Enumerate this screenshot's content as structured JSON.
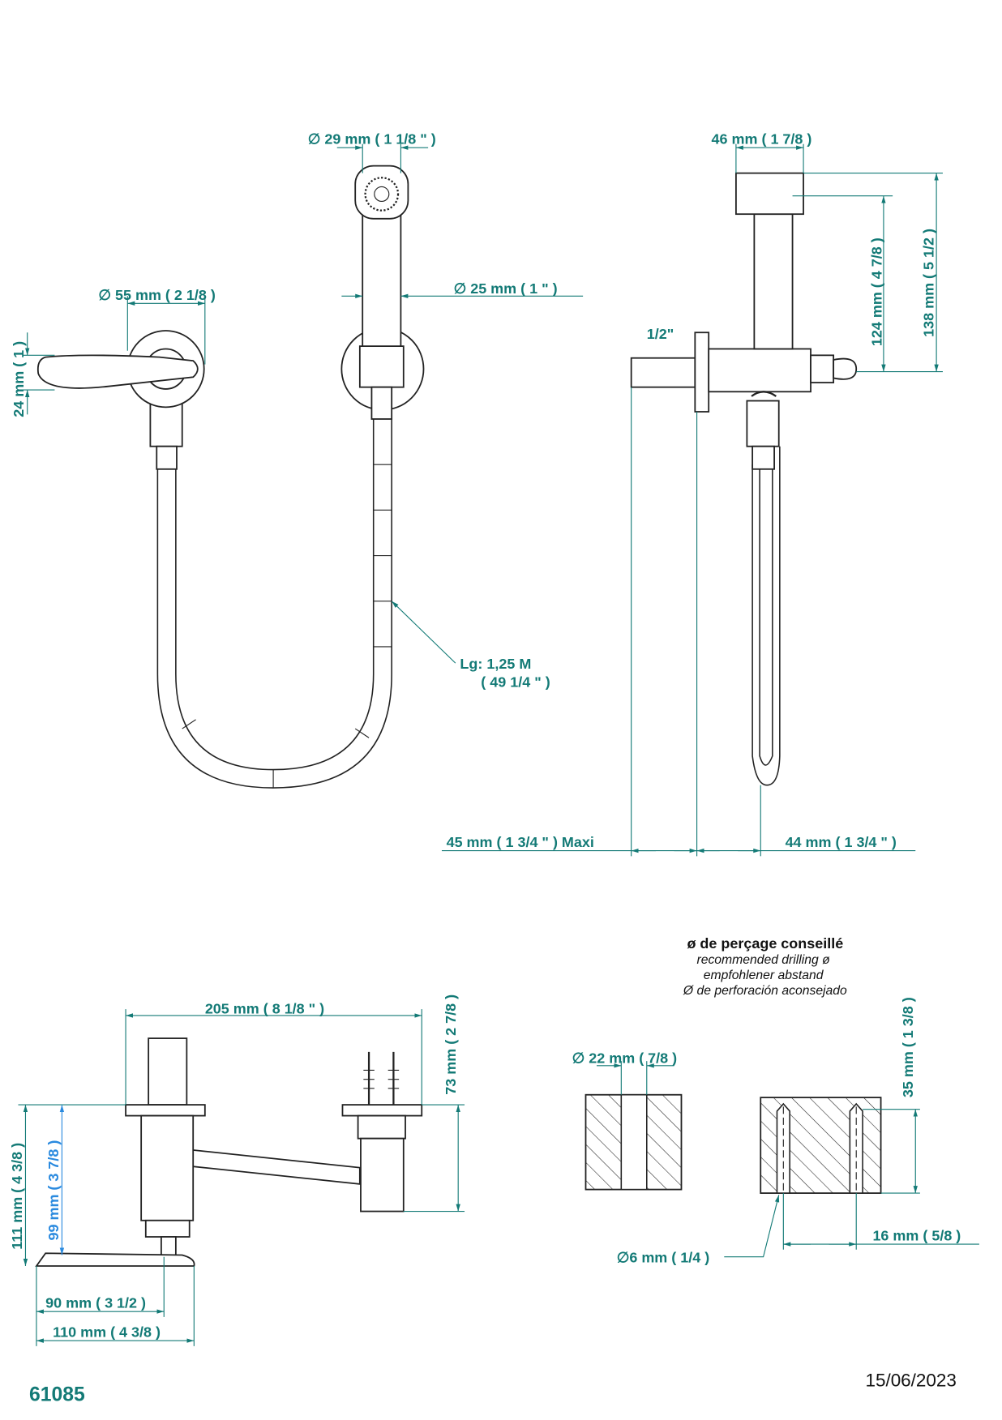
{
  "colors": {
    "dimension": "#137a76",
    "dimension_alt": "#2a8adf",
    "line": "#222222"
  },
  "front_view": {
    "head_diameter": "∅ 29 mm ( 1 1/8 \" )",
    "handle_diameter": "∅ 25 mm ( 1 \" )",
    "rosette_diameter": "∅ 55 mm ( 2 1/8 )",
    "lever_height": "24 mm ( 1 )",
    "hose_length": "Lg: 1,25 M",
    "hose_length_in": "( 49 1/4 \" )"
  },
  "side_view": {
    "head_width": "46 mm ( 1 7/8 )",
    "height_124": "124 mm ( 4 7/8 )",
    "height_138": "138 mm ( 5 1/2 )",
    "thread": "1/2\"",
    "wall_depth": "45 mm ( 1 3/4 \" )  Maxi",
    "hose_offset": "44 mm ( 1 3/4 \" )"
  },
  "top_view": {
    "width_205": "205 mm ( 8 1/8 \" )",
    "height_73": "73 mm ( 2 7/8 )",
    "height_111": "111 mm ( 4 3/8 )",
    "height_99": "99 mm ( 3 7/8 )",
    "width_90": "90 mm ( 3 1/2 )",
    "width_110": "110 mm ( 4 3/8 )"
  },
  "drilling": {
    "title": "ø de perçage conseillé",
    "en": "recommended drilling ø",
    "de": "empfohlener abstand",
    "es": "Ø de perforación aconsejado",
    "hole_22": "∅ 22 mm ( 7/8 )",
    "depth_35": "35 mm ( 1 3/8 )",
    "spacing_16": "16 mm ( 5/8 )",
    "hole_6": "∅6 mm ( 1/4 )"
  },
  "footer": {
    "reference": "61085",
    "date": "15/06/2023"
  }
}
